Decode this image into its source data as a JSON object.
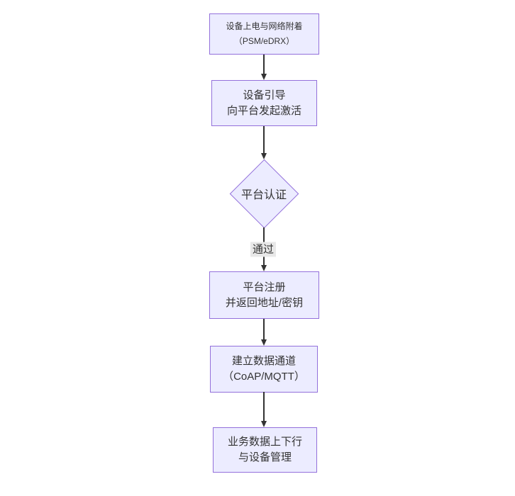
{
  "diagram": {
    "type": "flowchart",
    "direction": "top-down",
    "background": "#ffffff",
    "colors": {
      "node_fill": "#ECECFF",
      "node_border": "#9370DB",
      "edge_line": "#333333",
      "edge_label_bg": "#e8e8e8",
      "text": "#333333"
    },
    "nodes": [
      {
        "id": "power-attach",
        "shape": "rect",
        "lines": [
          "设备上电与网络附着",
          "（PSM/eDRX）"
        ]
      },
      {
        "id": "bootstrap-activate",
        "shape": "rect",
        "lines": [
          "设备引导",
          "向平台发起激活"
        ]
      },
      {
        "id": "platform-auth",
        "shape": "diamond",
        "lines": [
          "平台认证"
        ]
      },
      {
        "id": "platform-register",
        "shape": "rect",
        "lines": [
          "平台注册",
          "并返回地址/密钥"
        ]
      },
      {
        "id": "data-channel",
        "shape": "rect",
        "lines": [
          "建立数据通道",
          "（CoAP/MQTT）"
        ]
      },
      {
        "id": "business-data",
        "shape": "rect",
        "lines": [
          "业务数据上下行",
          "与设备管理"
        ]
      }
    ],
    "edges": [
      {
        "from": "power-attach",
        "to": "bootstrap-activate",
        "label": ""
      },
      {
        "from": "bootstrap-activate",
        "to": "platform-auth",
        "label": ""
      },
      {
        "from": "platform-auth",
        "to": "platform-register",
        "label": "通过"
      },
      {
        "from": "platform-register",
        "to": "data-channel",
        "label": ""
      },
      {
        "from": "data-channel",
        "to": "business-data",
        "label": ""
      }
    ]
  }
}
